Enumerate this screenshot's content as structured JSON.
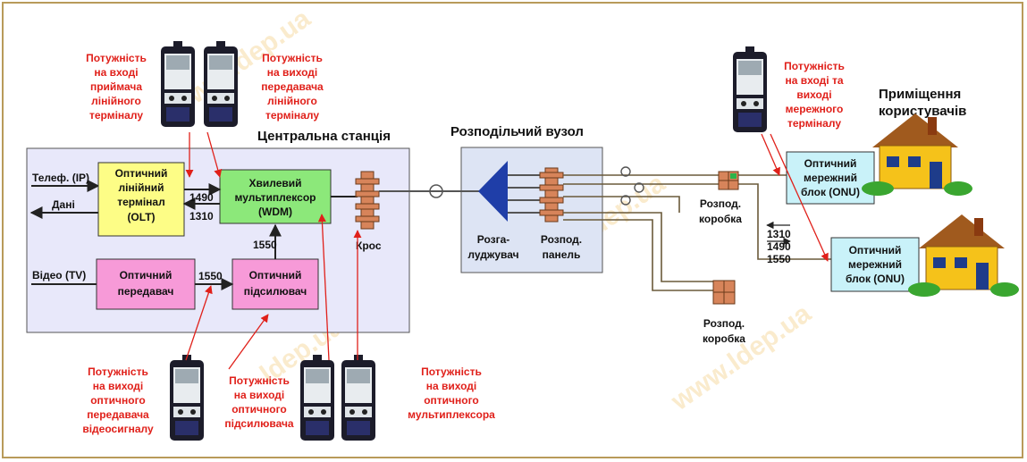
{
  "watermarks": [
    "www.ldep.ua",
    "ldep.ua",
    "ldep.ua",
    "www.ldep.ua"
  ],
  "headings": {
    "central_station": "Центральна станція",
    "distribution_node": "Розподільчий вузол",
    "user_premises": [
      "Приміщення",
      "користувачів"
    ]
  },
  "inputs": {
    "phone": "Телеф. (IP)",
    "data": "Дані",
    "video": "Відео (TV)"
  },
  "blocks": {
    "olt": [
      "Оптичний",
      "лінійний",
      "термінал",
      "(OLT)"
    ],
    "wdm": [
      "Хвилевий",
      "мультиплексор",
      "(WDM)"
    ],
    "tx": [
      "Оптичний",
      "передавач"
    ],
    "amp": [
      "Оптичний",
      "підсилювач"
    ],
    "cross": "Крос",
    "splitter": [
      "Розга-",
      "луджувач"
    ],
    "panel": [
      "Розпод.",
      "панель"
    ],
    "box1": [
      "Розпод.",
      "коробка"
    ],
    "box2": [
      "Розпод.",
      "коробка"
    ],
    "onu1": [
      "Оптичний",
      "мережний",
      "блок (ONU)"
    ],
    "onu2": [
      "Оптичний",
      "мережний",
      "блок (ONU)"
    ]
  },
  "wavelengths": {
    "w1490": "1490",
    "w1310": "1310",
    "w1550a": "1550",
    "w1550b": "1550",
    "onu_1310": "1310",
    "onu_1490": "1490",
    "onu_1550": "1550"
  },
  "annotations": {
    "rx_olt": [
      "Потужність",
      "на вході",
      "приймача",
      "лінійного",
      "терміналу"
    ],
    "tx_olt": [
      "Потужність",
      "на виході",
      "передавача",
      "лінійного",
      "терміналу"
    ],
    "onu_power": [
      "Потужність",
      "на вході та",
      "виході",
      "мережного",
      "терміналу"
    ],
    "tx_video": [
      "Потужність",
      "на виході",
      "оптичного",
      "передавача",
      "відеосигналу"
    ],
    "amp_out": [
      "Потужність",
      "на виході",
      "оптичного",
      "підсилювача"
    ],
    "mux_out": [
      "Потужність",
      "на виході",
      "оптичного",
      "мультиплексора"
    ]
  },
  "colors": {
    "annotation": "#e0201a",
    "station_fill": "#e8e8fa",
    "node_fill": "#dde4f4",
    "olt_fill": "#fdfd86",
    "wdm_fill": "#8ce87a",
    "tx_fill": "#f79ad8",
    "amp_fill": "#f79ad8",
    "onu_fill": "#c9f2f9",
    "splitter": "#1f3ea8",
    "connector": "#d7845a",
    "fiber": "#555555"
  }
}
